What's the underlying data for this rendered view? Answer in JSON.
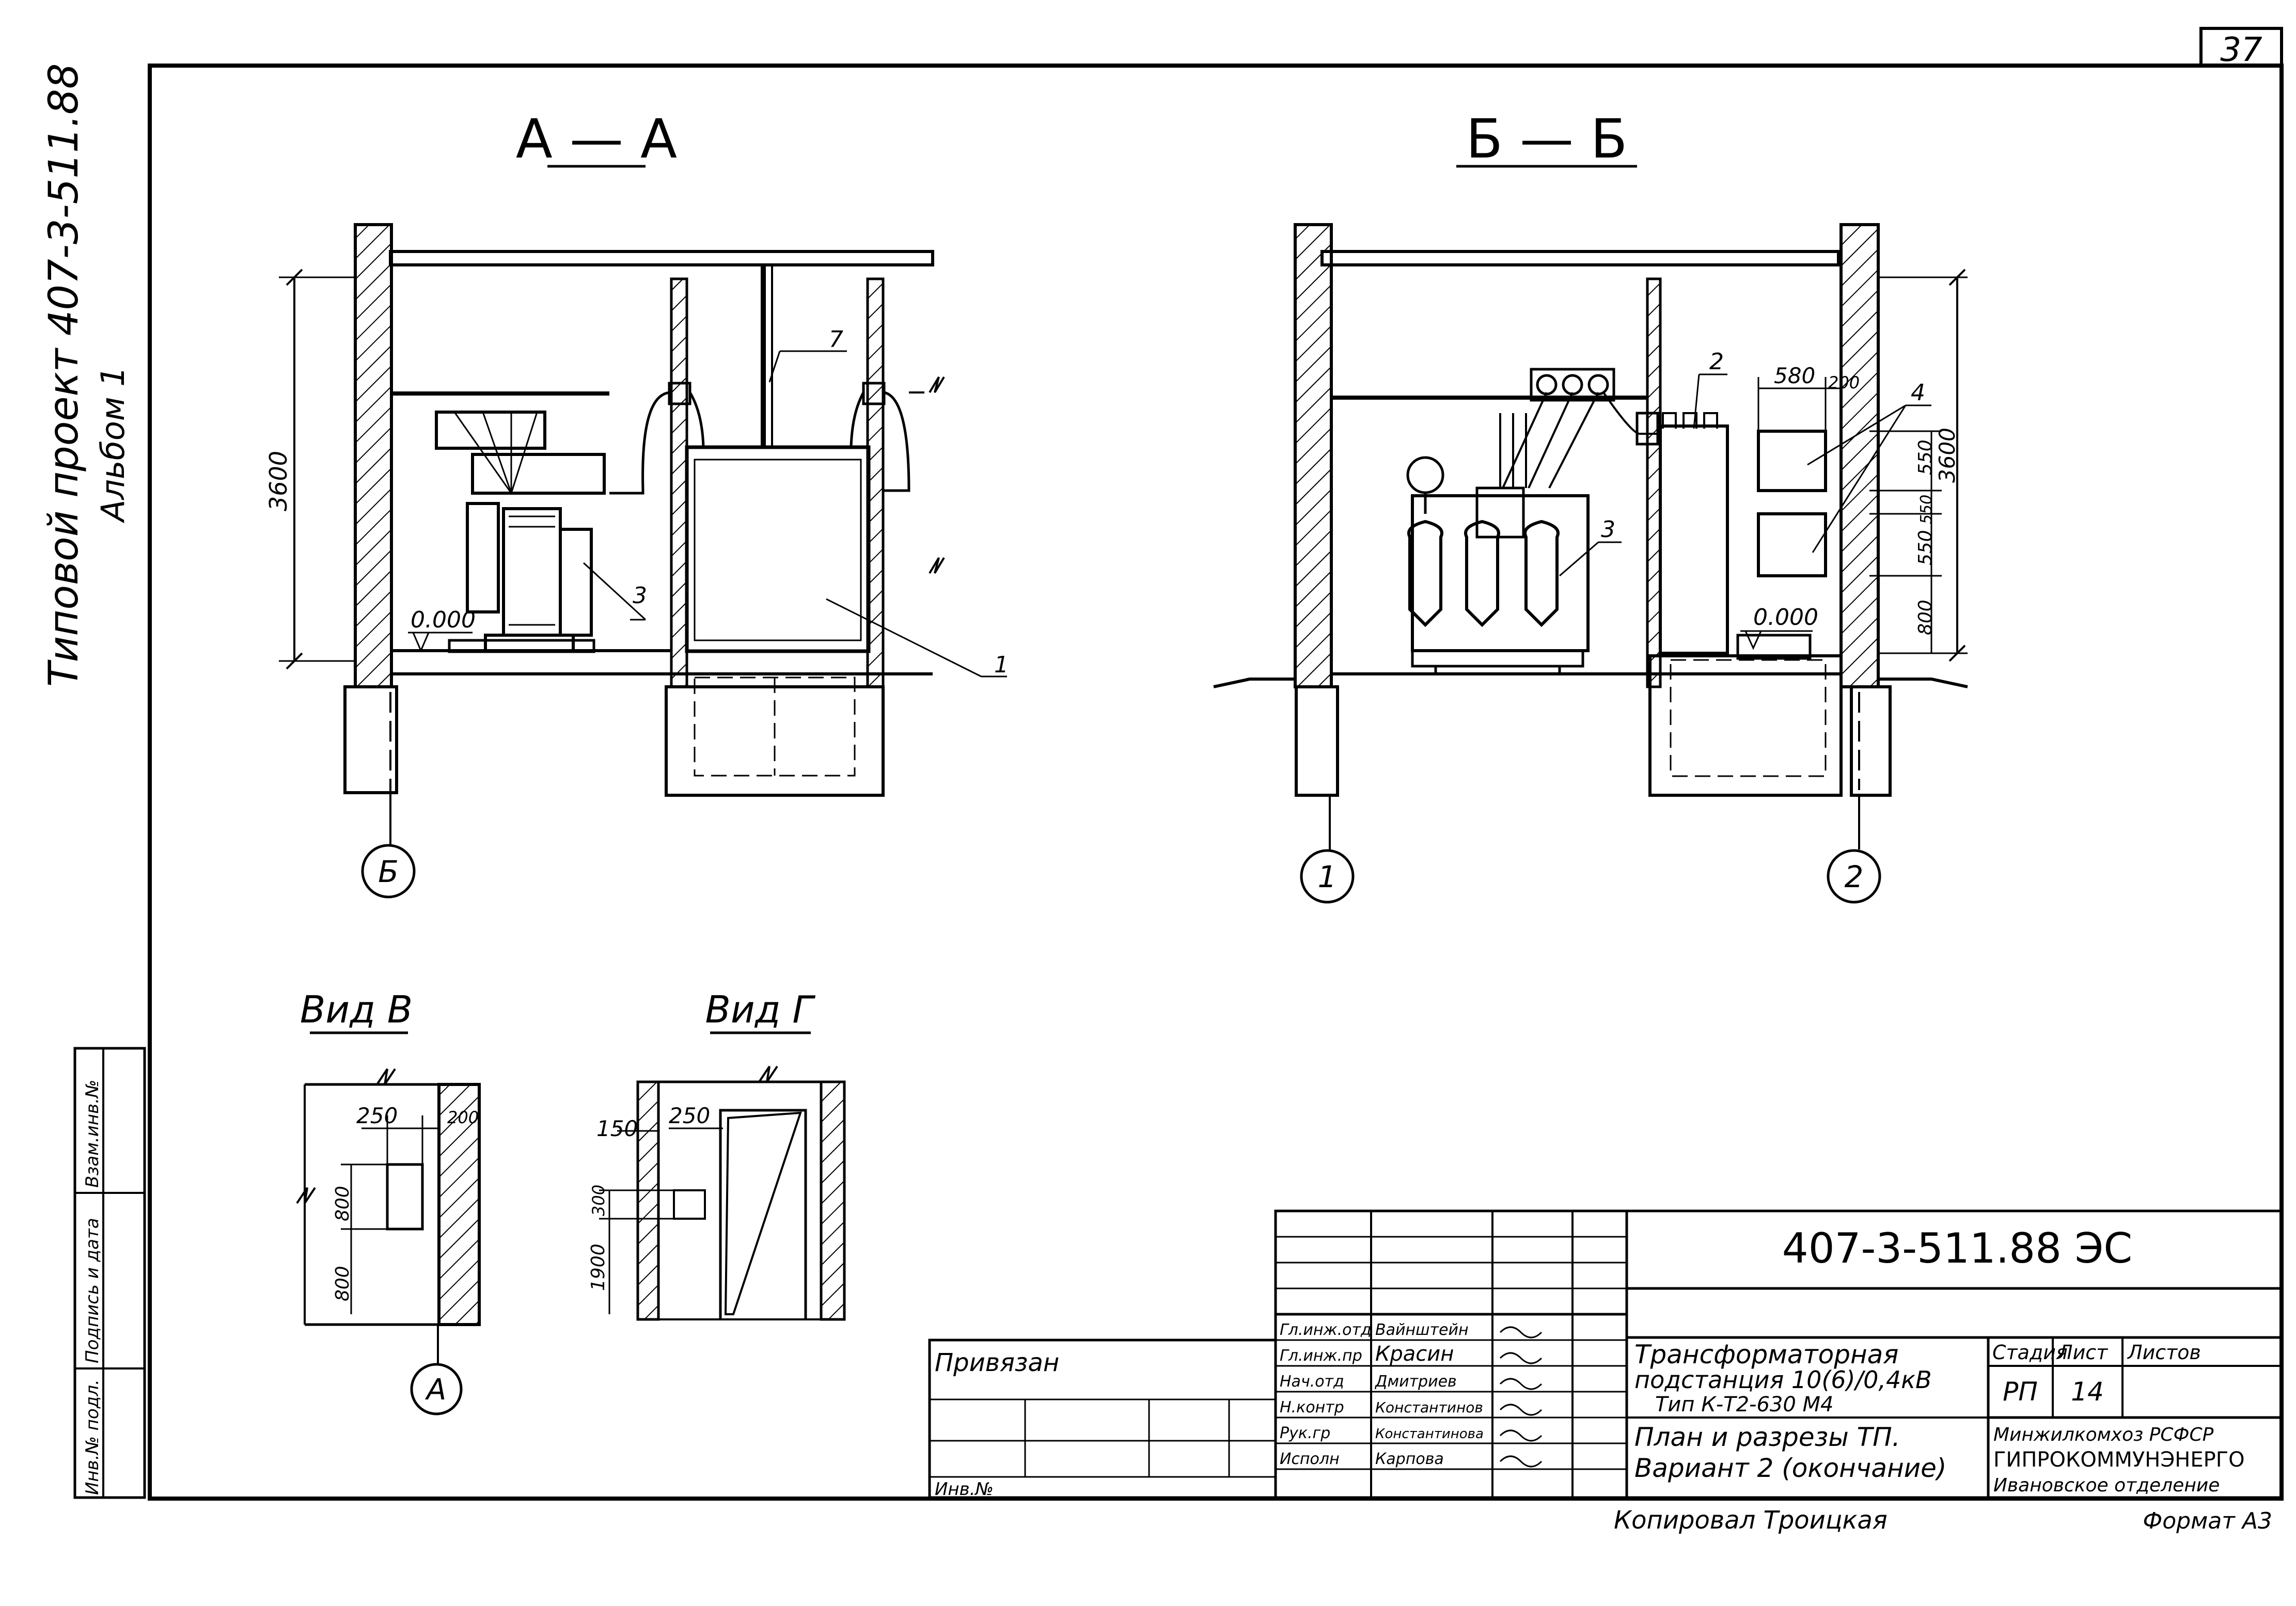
{
  "sheet": {
    "number": "37",
    "side_title": "Типовой проект 407-3-511.88",
    "side_album": "Альбом 1"
  },
  "sections": {
    "aa": {
      "title": "А — А",
      "height_dim": "3600",
      "level": "0.000",
      "axis": "Б",
      "callouts": [
        "7",
        "3",
        "1"
      ]
    },
    "bb": {
      "title": "Б — Б",
      "height_dim": "3600",
      "level": "0.000",
      "axes": [
        "1",
        "2"
      ],
      "callouts": [
        "2",
        "3",
        "4"
      ],
      "dims": [
        "580",
        "200",
        "550",
        "550",
        "550",
        "800"
      ]
    }
  },
  "views": {
    "v": {
      "title": "Вид В",
      "dims": [
        "250",
        "200",
        "800",
        "800"
      ],
      "axis": "А"
    },
    "g": {
      "title": "Вид Г",
      "dims": [
        "150",
        "250",
        "300",
        "1900"
      ]
    }
  },
  "title_block": {
    "code": "407-3-511.88 ЭС",
    "privyazan": "Привязан",
    "inv": "Инв.№",
    "staff": [
      {
        "role": "Гл.инж.отд",
        "name": "Вайнштейн"
      },
      {
        "role": "Гл.инж.пр",
        "name": "Красин"
      },
      {
        "role": "Нач.отд",
        "name": "Дмитриев"
      },
      {
        "role": "Н.контр",
        "name": "Константинов"
      },
      {
        "role": "Рук.гр",
        "name": "Константинова"
      },
      {
        "role": "Исполн",
        "name": "Карпова"
      }
    ],
    "name_line1": "Трансформаторная",
    "name_line2": "подстанция 10(6)/0,4кВ",
    "name_line3": "Тип К-Т2-630 М4",
    "name_line4": "План и разрезы ТП.",
    "name_line5": "Вариант 2 (окончание)",
    "stage_header": "Стадия",
    "sheet_header": "Лист",
    "sheets_header": "Листов",
    "stage": "РП",
    "sheet_no": "14",
    "org_line1": "Минжилкомхоз РСФСР",
    "org_line2": "ГИПРОКОММУНЭНЕРГО",
    "org_line3": "Ивановское отделение",
    "copied": "Копировал Троицкая",
    "format": "Формат А3"
  },
  "left_strip": {
    "cells": [
      "Взам.инв.№",
      "Подпись и дата",
      "Инв.№ подл."
    ]
  }
}
